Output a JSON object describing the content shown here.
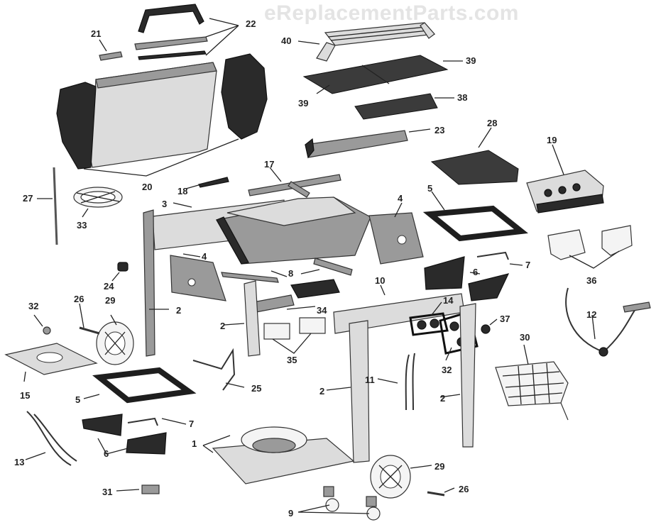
{
  "watermark": "eReplacementParts.com",
  "labels": {
    "n22": "22",
    "n21": "21",
    "n40": "40",
    "n39a": "39",
    "n39b": "39",
    "n38": "38",
    "n23": "23",
    "n28": "28",
    "n19": "19",
    "n20": "20",
    "n17": "17",
    "n18": "18",
    "n27": "27",
    "n33": "33",
    "n3": "3",
    "n4a": "4",
    "n4b": "4",
    "n5a": "5",
    "n5b": "5",
    "n7a": "7",
    "n7b": "7",
    "n6a": "6",
    "n6b": "6",
    "n36": "36",
    "n24": "24",
    "n8": "8",
    "n10": "10",
    "n14": "14",
    "n37": "37",
    "n2a": "2",
    "n2b": "2",
    "n2c": "2",
    "n2d": "2",
    "n34": "34",
    "n32a": "32",
    "n32b": "32",
    "n26a": "26",
    "n26b": "26",
    "n29a": "29",
    "n29b": "29",
    "n12": "12",
    "n30": "30",
    "n35": "35",
    "n15": "15",
    "n25": "25",
    "n11": "11",
    "n13": "13",
    "n1": "1",
    "n31": "31",
    "n9": "9"
  }
}
